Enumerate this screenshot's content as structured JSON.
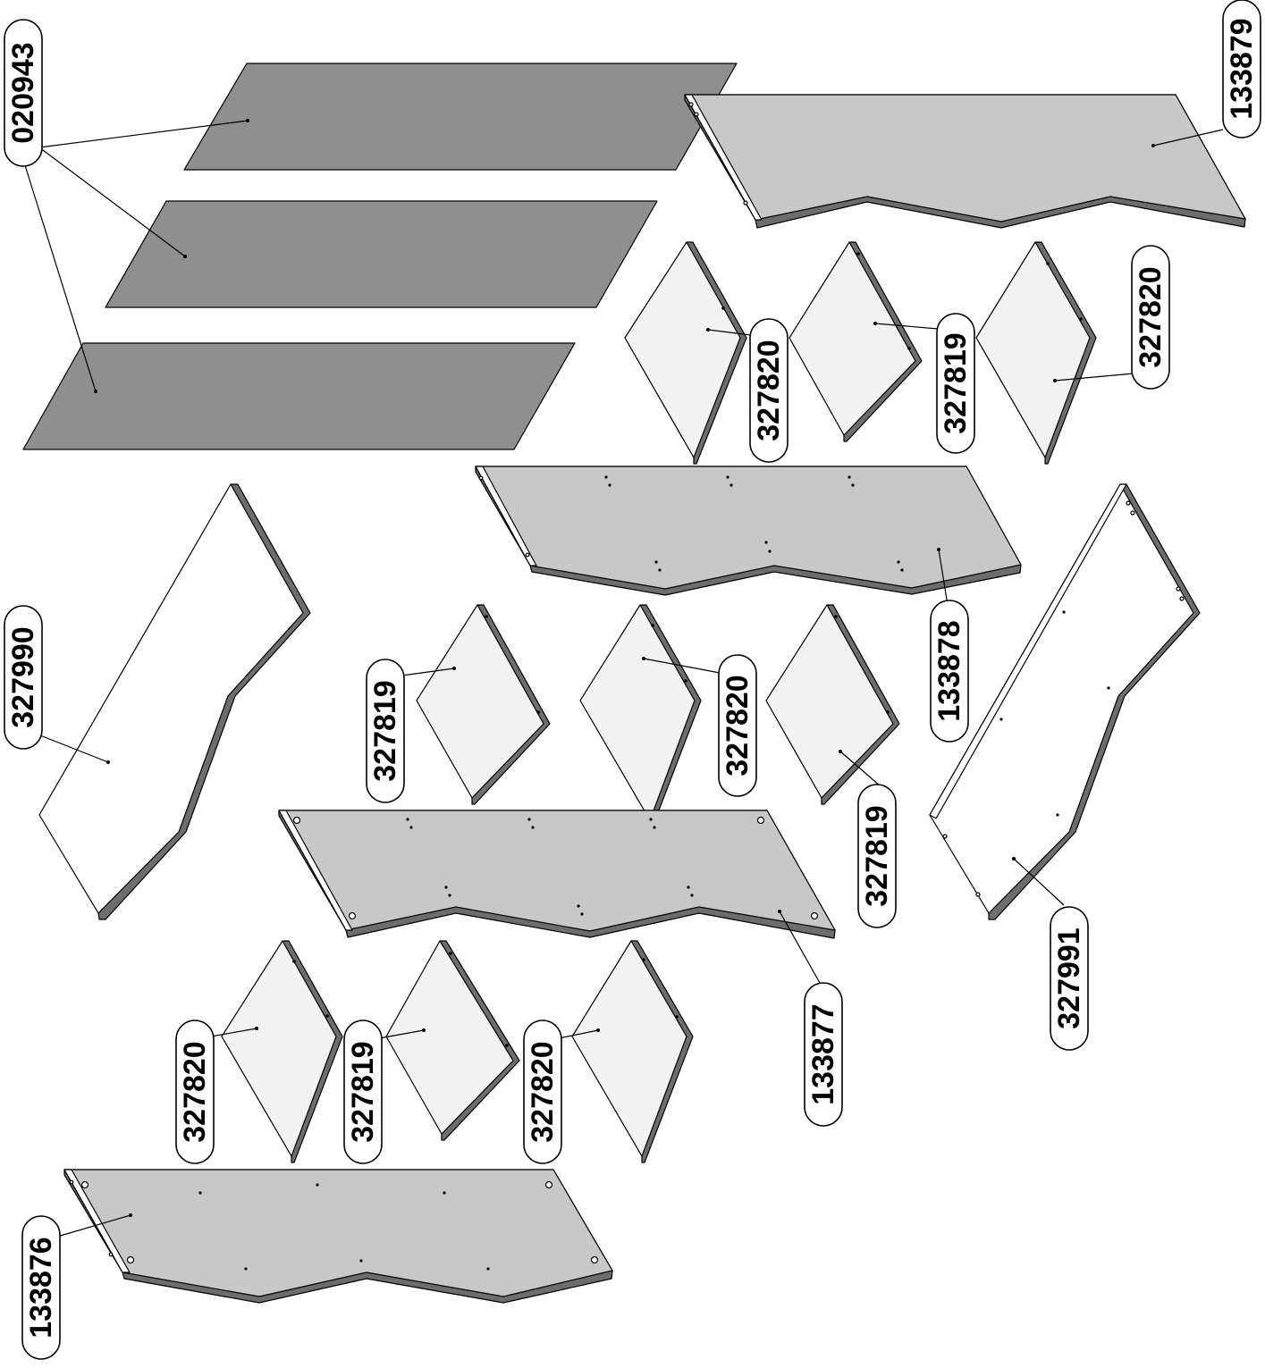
{
  "colors": {
    "glass": "#8f8f8f",
    "top_board": "#c8c8c8",
    "edge_dark": "#6d6d6d",
    "shelf_face": "#f2f2f2",
    "side_face": "#ffffff"
  },
  "labels": {
    "glass_tops": "020943",
    "top_board_1": "133879",
    "shelf_row1_a": "327820",
    "shelf_row1_b": "327819",
    "shelf_row1_c": "327820",
    "middle_board_1": "133878",
    "left_side_panel": "327990",
    "shelf_row2_a": "327819",
    "shelf_row2_b": "327820",
    "shelf_row2_c": "327819",
    "right_side_panel": "327991",
    "middle_board_2": "133877",
    "shelf_row3_a": "327820",
    "shelf_row3_b": "327819",
    "shelf_row3_c": "327820",
    "bottom_board": "133876"
  }
}
